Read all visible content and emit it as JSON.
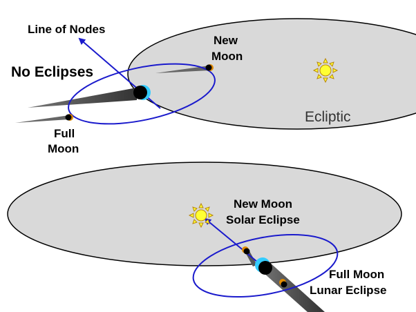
{
  "top_panel": {
    "line_of_nodes_label": "Line of Nodes",
    "heading": "No Eclipses",
    "new_moon_label_line1": "New",
    "new_moon_label_line2": "Moon",
    "ecliptic_label": "Ecliptic",
    "full_moon_label_line1": "Full",
    "full_moon_label_line2": "Moon"
  },
  "bottom_panel": {
    "new_moon_label_line1": "New Moon",
    "new_moon_label_line2": "Solar Eclipse",
    "full_moon_label_line1": "Full Moon",
    "full_moon_label_line2": "Lunar Eclipse"
  },
  "colors": {
    "ecliptic_fill": "#d9d9d9",
    "ecliptic_stroke": "#000000",
    "orbit_stroke": "#1a1acc",
    "shadow_fill": "#555555",
    "sun_fill": "#ffff33",
    "sun_stroke": "#b8860b",
    "earth_fill": "#000000",
    "earth_day_side": "#33ccff",
    "moon_lit_side": "#e08a00"
  }
}
